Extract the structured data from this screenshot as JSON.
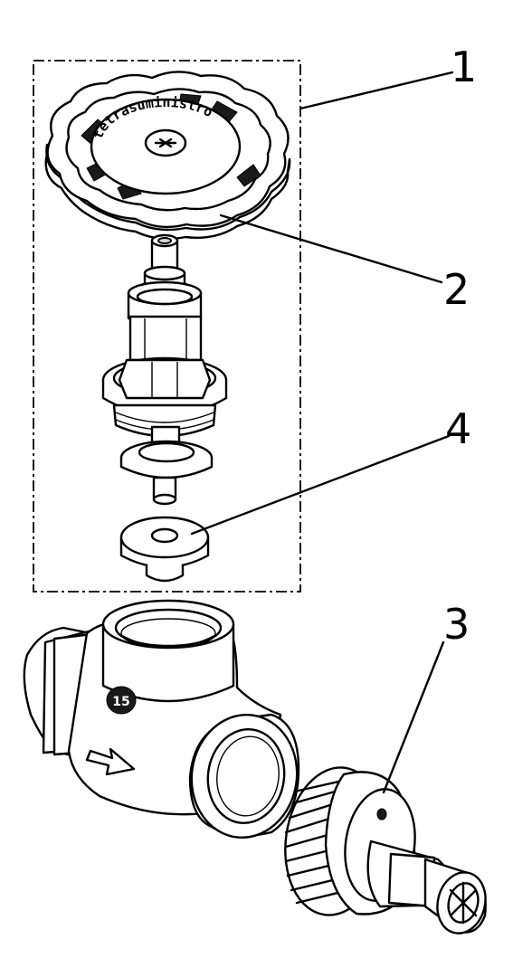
{
  "callouts": [
    {
      "id": "1",
      "label": "1"
    },
    {
      "id": "2",
      "label": "2"
    },
    {
      "id": "4",
      "label": "4"
    },
    {
      "id": "3",
      "label": "3"
    }
  ],
  "handwheel_text": "tetrasuministro",
  "body_marking": "15"
}
